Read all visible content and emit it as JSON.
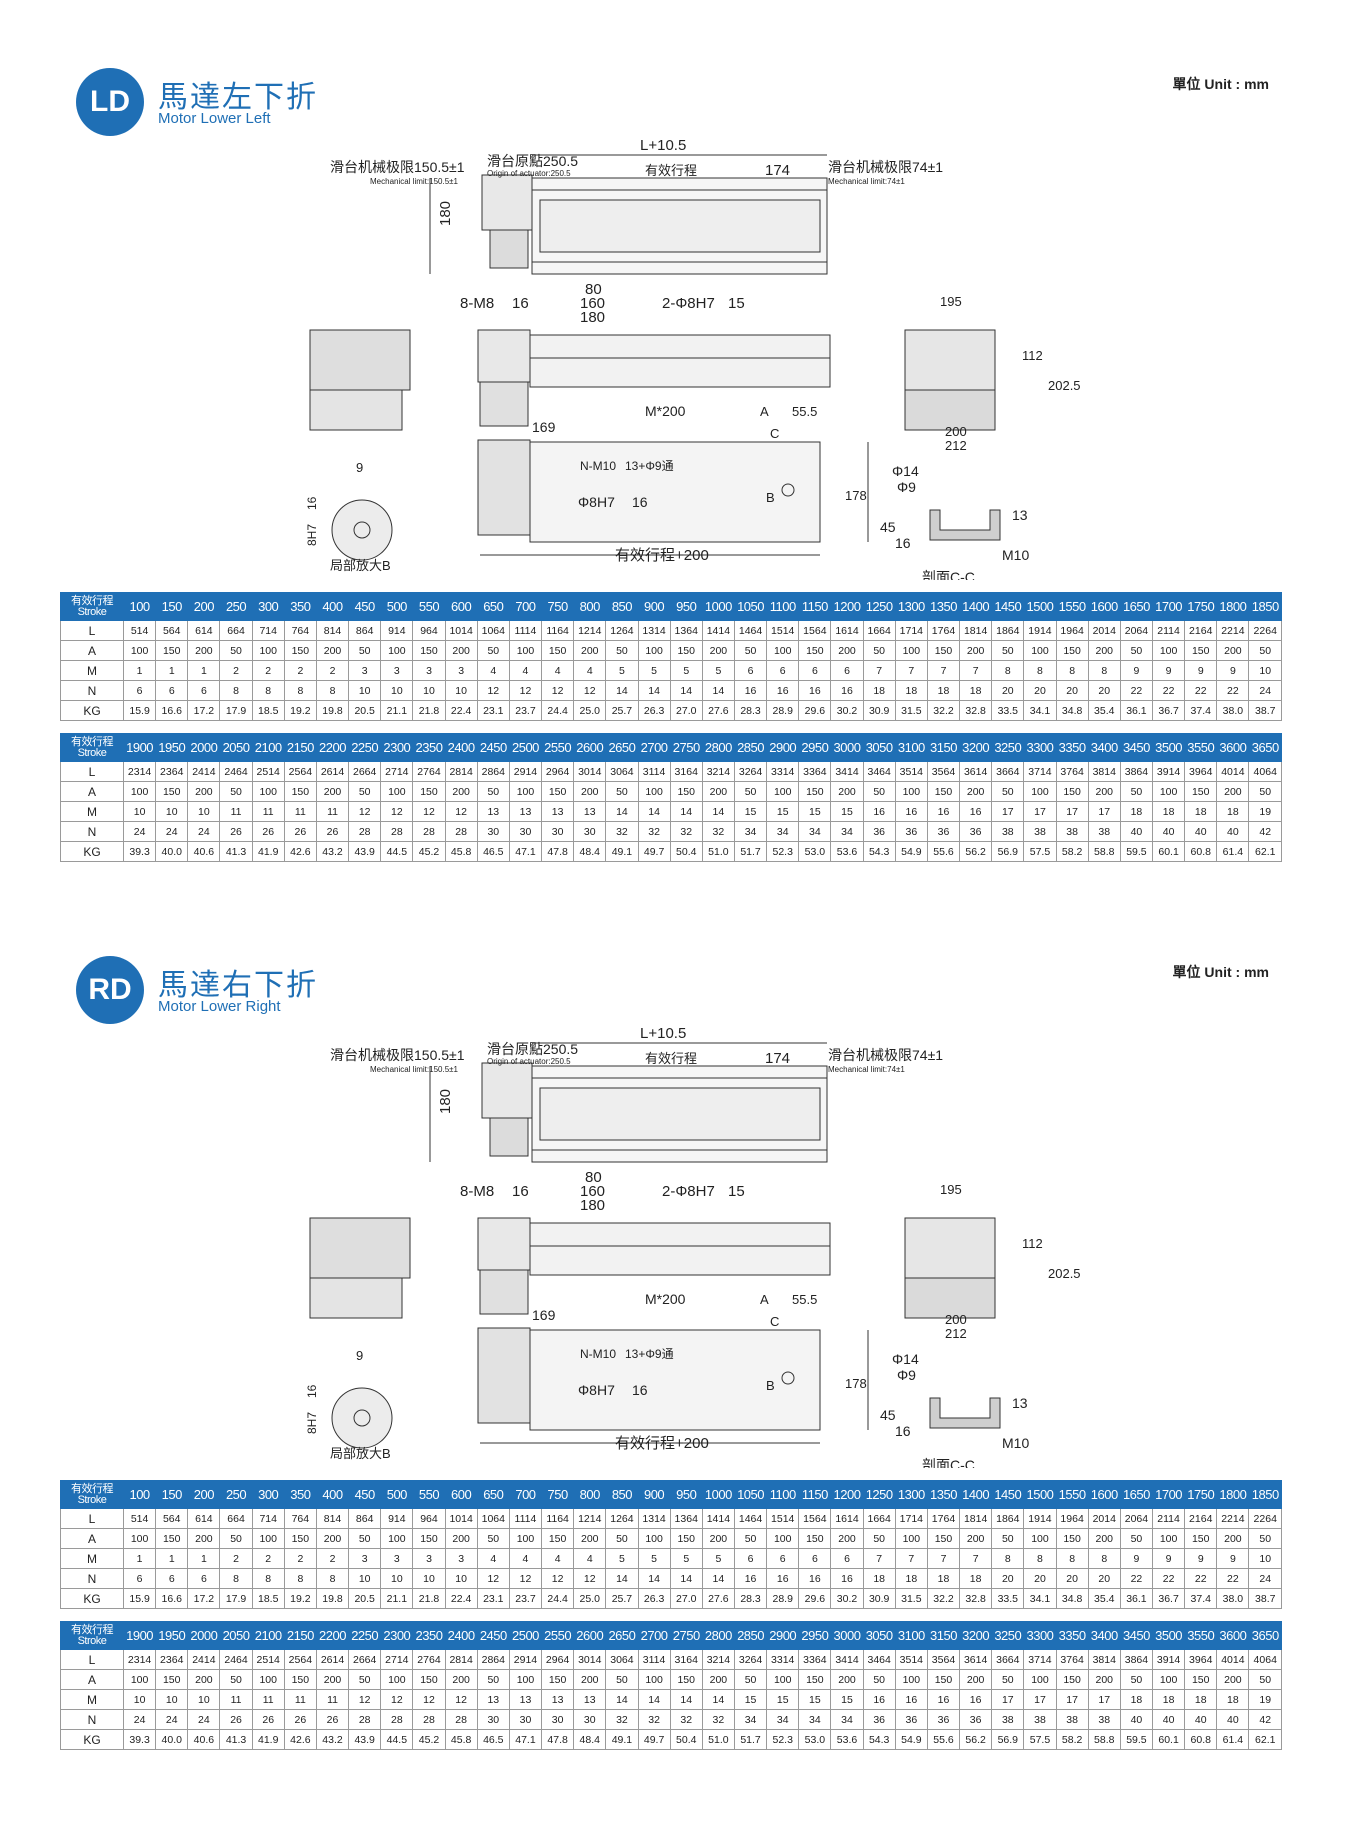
{
  "unit_label": "單位 Unit : mm",
  "sections": [
    {
      "badge": "LD",
      "title_zh": "馬達左下折",
      "title_en": "Motor Lower Left"
    },
    {
      "badge": "RD",
      "title_zh": "馬達右下折",
      "title_en": "Motor Lower Right"
    }
  ],
  "drawing_labels": {
    "total_length": "L+10.5",
    "mech_limit_left": "滑台机械极限150.5±1",
    "mech_limit_left_en": "Mechanical limit:150.5±1",
    "origin": "滑台原點250.5",
    "origin_en": "Origin of actuator:250.5",
    "effective_stroke": "有效行程",
    "dim_174": "174",
    "mech_limit_right": "滑台机械极限74±1",
    "mech_limit_right_en": "Mechanical limit:74±1",
    "dim_180": "180",
    "dim_80": "80",
    "dim_160": "160",
    "dim_180b": "180",
    "hole_8m8": "8-M8",
    "hole_8m8_depth": "16",
    "hole_2phi": "2-Φ8H7",
    "hole_2phi_depth": "15",
    "dim_195": "195",
    "dim_112": "112",
    "dim_2025": "202.5",
    "dim_200": "200",
    "dim_212": "212",
    "m200": "M*200",
    "dim_A": "A",
    "dim_555": "55.5",
    "dim_C": "C",
    "dim_169": "169",
    "n_m10": "N-M10",
    "n_m10_depth": "13+Φ9通",
    "phi8h7": "Φ8H7",
    "phi8h7_depth": "16",
    "dim_B": "B",
    "dim_178": "178",
    "stroke_plus_200": "有效行程+200",
    "dim_9": "9",
    "phi8h7_v": "8H7",
    "phi8h7_v_depth": "16",
    "detail_b": "局部放大B",
    "phi14": "Φ14",
    "phi9": "Φ9",
    "dim_13": "13",
    "dim_45": "45",
    "dim_16": "16",
    "m10": "M10",
    "section_cc": "剖面C-C"
  },
  "tables": {
    "head_zh": "有效行程",
    "head_en": "Stroke",
    "part1": {
      "stroke": [
        "100",
        "150",
        "200",
        "250",
        "300",
        "350",
        "400",
        "450",
        "500",
        "550",
        "600",
        "650",
        "700",
        "750",
        "800",
        "850",
        "900",
        "950",
        "1000",
        "1050",
        "1100",
        "1150",
        "1200",
        "1250",
        "1300",
        "1350",
        "1400",
        "1450",
        "1500",
        "1550",
        "1600",
        "1650",
        "1700",
        "1750",
        "1800",
        "1850"
      ],
      "rows": [
        {
          "label": "L",
          "values": [
            "514",
            "564",
            "614",
            "664",
            "714",
            "764",
            "814",
            "864",
            "914",
            "964",
            "1014",
            "1064",
            "1114",
            "1164",
            "1214",
            "1264",
            "1314",
            "1364",
            "1414",
            "1464",
            "1514",
            "1564",
            "1614",
            "1664",
            "1714",
            "1764",
            "1814",
            "1864",
            "1914",
            "1964",
            "2014",
            "2064",
            "2114",
            "2164",
            "2214",
            "2264"
          ]
        },
        {
          "label": "A",
          "values": [
            "100",
            "150",
            "200",
            "50",
            "100",
            "150",
            "200",
            "50",
            "100",
            "150",
            "200",
            "50",
            "100",
            "150",
            "200",
            "50",
            "100",
            "150",
            "200",
            "50",
            "100",
            "150",
            "200",
            "50",
            "100",
            "150",
            "200",
            "50",
            "100",
            "150",
            "200",
            "50",
            "100",
            "150",
            "200",
            "50"
          ]
        },
        {
          "label": "M",
          "values": [
            "1",
            "1",
            "1",
            "2",
            "2",
            "2",
            "2",
            "3",
            "3",
            "3",
            "3",
            "4",
            "4",
            "4",
            "4",
            "5",
            "5",
            "5",
            "5",
            "6",
            "6",
            "6",
            "6",
            "7",
            "7",
            "7",
            "7",
            "8",
            "8",
            "8",
            "8",
            "9",
            "9",
            "9",
            "9",
            "10"
          ]
        },
        {
          "label": "N",
          "values": [
            "6",
            "6",
            "6",
            "8",
            "8",
            "8",
            "8",
            "10",
            "10",
            "10",
            "10",
            "12",
            "12",
            "12",
            "12",
            "14",
            "14",
            "14",
            "14",
            "16",
            "16",
            "16",
            "16",
            "18",
            "18",
            "18",
            "18",
            "20",
            "20",
            "20",
            "20",
            "22",
            "22",
            "22",
            "22",
            "24"
          ]
        },
        {
          "label": "KG",
          "values": [
            "15.9",
            "16.6",
            "17.2",
            "17.9",
            "18.5",
            "19.2",
            "19.8",
            "20.5",
            "21.1",
            "21.8",
            "22.4",
            "23.1",
            "23.7",
            "24.4",
            "25.0",
            "25.7",
            "26.3",
            "27.0",
            "27.6",
            "28.3",
            "28.9",
            "29.6",
            "30.2",
            "30.9",
            "31.5",
            "32.2",
            "32.8",
            "33.5",
            "34.1",
            "34.8",
            "35.4",
            "36.1",
            "36.7",
            "37.4",
            "38.0",
            "38.7"
          ]
        }
      ]
    },
    "part2": {
      "stroke": [
        "1900",
        "1950",
        "2000",
        "2050",
        "2100",
        "2150",
        "2200",
        "2250",
        "2300",
        "2350",
        "2400",
        "2450",
        "2500",
        "2550",
        "2600",
        "2650",
        "2700",
        "2750",
        "2800",
        "2850",
        "2900",
        "2950",
        "3000",
        "3050",
        "3100",
        "3150",
        "3200",
        "3250",
        "3300",
        "3350",
        "3400",
        "3450",
        "3500",
        "3550",
        "3600",
        "3650"
      ],
      "rows": [
        {
          "label": "L",
          "values": [
            "2314",
            "2364",
            "2414",
            "2464",
            "2514",
            "2564",
            "2614",
            "2664",
            "2714",
            "2764",
            "2814",
            "2864",
            "2914",
            "2964",
            "3014",
            "3064",
            "3114",
            "3164",
            "3214",
            "3264",
            "3314",
            "3364",
            "3414",
            "3464",
            "3514",
            "3564",
            "3614",
            "3664",
            "3714",
            "3764",
            "3814",
            "3864",
            "3914",
            "3964",
            "4014",
            "4064"
          ]
        },
        {
          "label": "A",
          "values": [
            "100",
            "150",
            "200",
            "50",
            "100",
            "150",
            "200",
            "50",
            "100",
            "150",
            "200",
            "50",
            "100",
            "150",
            "200",
            "50",
            "100",
            "150",
            "200",
            "50",
            "100",
            "150",
            "200",
            "50",
            "100",
            "150",
            "200",
            "50",
            "100",
            "150",
            "200",
            "50",
            "100",
            "150",
            "200",
            "50"
          ]
        },
        {
          "label": "M",
          "values": [
            "10",
            "10",
            "10",
            "11",
            "11",
            "11",
            "11",
            "12",
            "12",
            "12",
            "12",
            "13",
            "13",
            "13",
            "13",
            "14",
            "14",
            "14",
            "14",
            "15",
            "15",
            "15",
            "15",
            "16",
            "16",
            "16",
            "16",
            "17",
            "17",
            "17",
            "17",
            "18",
            "18",
            "18",
            "18",
            "19"
          ]
        },
        {
          "label": "N",
          "values": [
            "24",
            "24",
            "24",
            "26",
            "26",
            "26",
            "26",
            "28",
            "28",
            "28",
            "28",
            "30",
            "30",
            "30",
            "30",
            "32",
            "32",
            "32",
            "32",
            "34",
            "34",
            "34",
            "34",
            "36",
            "36",
            "36",
            "36",
            "38",
            "38",
            "38",
            "38",
            "40",
            "40",
            "40",
            "40",
            "42"
          ]
        },
        {
          "label": "KG",
          "values": [
            "39.3",
            "40.0",
            "40.6",
            "41.3",
            "41.9",
            "42.6",
            "43.2",
            "43.9",
            "44.5",
            "45.2",
            "45.8",
            "46.5",
            "47.1",
            "47.8",
            "48.4",
            "49.1",
            "49.7",
            "50.4",
            "51.0",
            "51.7",
            "52.3",
            "53.0",
            "53.6",
            "54.3",
            "54.9",
            "55.6",
            "56.2",
            "56.9",
            "57.5",
            "58.2",
            "58.8",
            "59.5",
            "60.1",
            "60.8",
            "61.4",
            "62.1"
          ]
        }
      ]
    }
  }
}
